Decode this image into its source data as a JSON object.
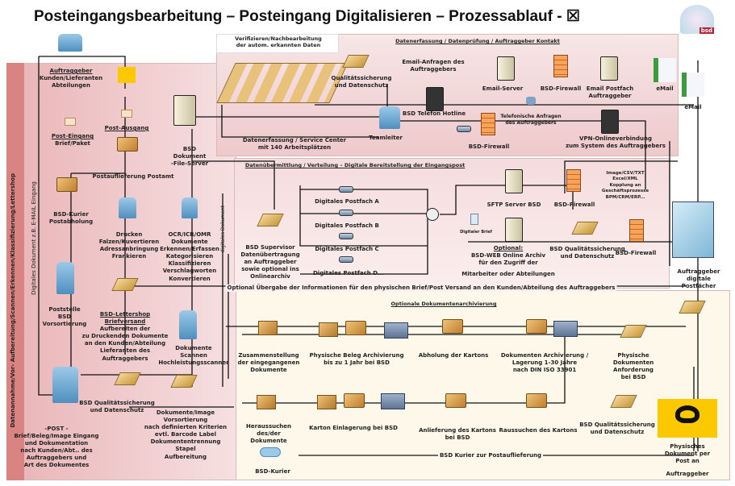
{
  "title": "Posteingangsbearbeitung – Posteingang Digitalisieren – Prozessablauf - ☒",
  "logo_text": "bsd",
  "colors": {
    "panel_pink": "#f3d6d8",
    "panel_strip": "#d98482",
    "panel_cream": "#fdf8ea",
    "post_yellow": "#fcc800"
  },
  "left": {
    "vertical_title": "Datenannahme/Vor- Aufbereitung/Scannen/Erkennen/Klassifizierung/Lettershop",
    "vertical_digital": "Digitales Dokument z.B. E-MAIL Eingang",
    "auftraggeber": [
      "Auftraggeber",
      "Kunden/Lieferanten",
      "Abteilungen"
    ],
    "post_eingang": [
      "Post-Eingang",
      "Brief/Paket"
    ],
    "post_ausgang": "Post-Ausgang",
    "postauflieferung": "Postauflieferung Postamt",
    "bsd_kurier": [
      "BSD-Kurier",
      "Postabholung"
    ],
    "drucken": [
      "Drucken",
      "Falzen/Kuvertieren",
      "Adressanbringung",
      "Frankieren"
    ],
    "file_server": [
      "BSD",
      "Dokument",
      "-File-Server"
    ],
    "ocr": [
      "OCR/ICR/OMR",
      "Dokumente",
      "Erkennen/Erfassen",
      "Kategorisieren",
      "Klassifizieren",
      "Verschlagworten",
      "Konvertieren"
    ],
    "digitales_dokument": "digitales Dokument",
    "poststelle": [
      "Poststelle",
      "BSD",
      "Vorsortierung"
    ],
    "lettershop": [
      "BSD-Lettershop",
      "Briefversand",
      "Aufbereiten der",
      "zu Druckenden Dokumente",
      "an den Kunden/Abteilung",
      "Lieferanten des",
      "Auftraggebers"
    ],
    "scannen": [
      "Dokumente",
      "Scannen",
      "Hochleistungsscanner"
    ],
    "qs": [
      "BSD Qualitätssicherung",
      "und Datenschutz"
    ],
    "vorsortierung": [
      "Dokumente/Image",
      "Vorsortierung",
      "nach definierten Kriterien",
      "evtl. Barcode Label",
      "Dokumententrennung",
      "Stapel",
      "Aufbereitung"
    ],
    "post": [
      "-POST -",
      "Brief/Beleg/Image Eingang",
      "und Dokumentation",
      "nach Kunden/Abt.. des",
      "Auftraggebers und",
      "Art des Dokumentes"
    ]
  },
  "top": {
    "verify": [
      "Verifizieren/Nachbearbeitung",
      "der autom. erkannten Daten"
    ],
    "header": "Datenerfassung / Datenprüfung / Auftraggeber Kontakt",
    "email_anfragen": [
      "Email-Anfragen des",
      "Auftraggebers"
    ],
    "qs": [
      "Qualitätssicherung",
      "und Datenschutz"
    ],
    "hotline": "BSD Telefon Hotline",
    "service_center": [
      "Datenerfassung / Service Center",
      "mit 140 Arbeitsplätzen"
    ],
    "teamleiter": "Teamleiter",
    "email_server": "Email-Server",
    "firewall1": "BSD-Firewall",
    "email_postfach": [
      "Email Postfach",
      "Auftraggeber"
    ],
    "email_out": "eMail",
    "email_in": "eMail",
    "telefon": [
      "Telefonische Anfragen",
      "des Auftraggebers"
    ],
    "firewall2": "BSD-Firewall",
    "vpn": [
      "VPN-Onlineverbindung",
      "zum System des Auftraggebers"
    ]
  },
  "middle": {
    "header": "Datenübermittlung / Verteilung – Digitale Bereitstellung der Eingangspost",
    "postfach": [
      "Digitales Postfach A",
      "Digitales Postfach B",
      "Digitales Postfach C",
      "Digitales Postfach D..."
    ],
    "supervisor": [
      "BSD Supervisor",
      "Datenübertragung",
      "an Auftraggeber",
      "sowie optional ins",
      "Onlinearchiv"
    ],
    "sftp": "SFTP Server BSD",
    "firewall1": "BSD-Firewall",
    "formats": [
      "Image/CSV/TXT",
      "Excel/XML",
      "Kopplung an",
      "Geschäftsprozesse",
      "BPM/CRM/ERP..."
    ],
    "digitaler_brief": "Digitaler Brief",
    "archiv": [
      "Optional:",
      "BSD-WEB Online Archiv",
      "für den Zugriff der"
    ],
    "mitarbeiter": "Mitarbeiter oder Abteilungen",
    "qs": [
      "BSD Qualitätssicherung",
      "und Datenschutz"
    ],
    "firewall2": "BSD-Firewall",
    "digitale_postfaecher": [
      "Auftraggeber",
      "digitale",
      "Postfächer"
    ],
    "optional_uebergabe": "Optional Übergabe der Informationen für den physischen Brief/Post Versand an den Kunden/Abteilung des Auftraggebers"
  },
  "bottom": {
    "header": "Optionale Dokumentenarchivierung",
    "zusammenstellung": [
      "Zusammenstellung",
      "der eingegangenen",
      "Dokumente"
    ],
    "beleg": [
      "Physische Beleg Archivierung",
      "bis zu 1 Jahr bei BSD"
    ],
    "abholung": "Abholung der Kartons",
    "archivierung": [
      "Dokumenten Archivierung /",
      "Lagerung 1-30 Jahre",
      "nach DIN ISO 33901"
    ],
    "anforderung": [
      "Physische",
      "Dokumenten",
      "Anforderung",
      "bei BSD"
    ],
    "heraussuchen": [
      "Heraussuchen",
      "des/der",
      "Dokumente"
    ],
    "einlagerung": "Karton Einlagerung bei BSD",
    "anlieferung": [
      "Anlieferung des Kartons",
      "bei BSD"
    ],
    "raussuchen": "Raussuchen des Kartons",
    "qs": [
      "BSD Qualitätssicherung",
      "und Datenschutz"
    ],
    "kurier_line": "BSD Kurier zur Postauflieferung",
    "kurier": "BSD-Kurier",
    "physisch": [
      "Physisches",
      "Dokument per",
      "Post an"
    ],
    "auftraggeber": "Auftraggeber"
  }
}
